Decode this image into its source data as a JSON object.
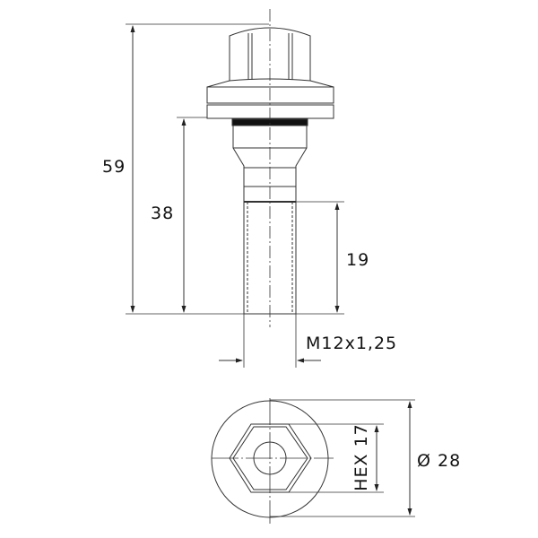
{
  "title": "Wheel bolt technical drawing",
  "dimensions": {
    "total_length": "59",
    "shank_length": "38",
    "thread_length": "19",
    "thread_spec": "M12x1,25",
    "hex_size": "HEX 17",
    "diameter": "Ø 28"
  },
  "colors": {
    "line": "#222222",
    "background": "#ffffff"
  }
}
